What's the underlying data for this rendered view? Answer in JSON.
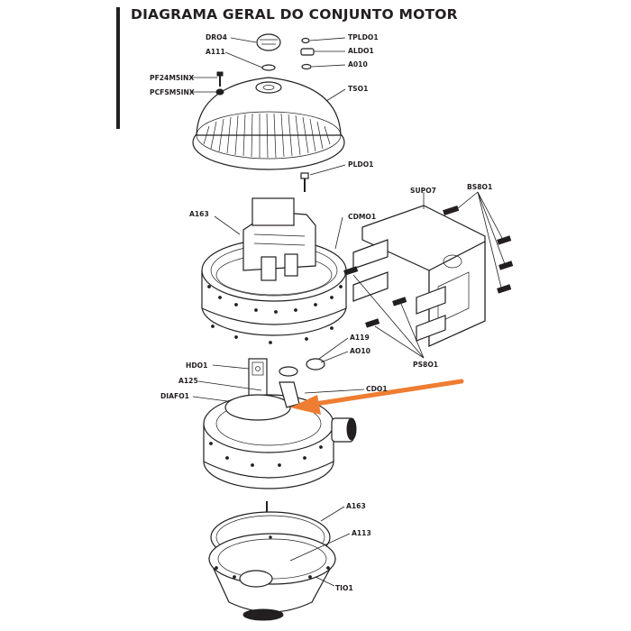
{
  "title": "DIAGRAMA GERAL DO CONJUNTO MOTOR",
  "colors": {
    "ink": "#231f20",
    "arrow": "#ee7d31",
    "background": "#ffffff"
  },
  "labels": {
    "DRO4": "DRO4",
    "A111": "A111",
    "PF24M5INX": "PF24M5INX",
    "PCFSM5INX": "PCFSM5INX",
    "TPLDO1": "TPLDO1",
    "ALDO1": "ALDO1",
    "A010_top": "A010",
    "TSO1": "TSO1",
    "PLDO1": "PLDO1",
    "SUPO7": "SUPO7",
    "BS8O1": "BS8O1",
    "A163_top": "A163",
    "CDMO1": "CDMO1",
    "A119": "A119",
    "A010_mid": "AO10",
    "HDO1": "HDO1",
    "A125": "A125",
    "DIAFO1": "DIAFO1",
    "CDO1": "CDO1",
    "PS8O1": "PS8O1",
    "A163_bottom": "A163",
    "A113": "A113",
    "TIO1": "TIO1"
  }
}
